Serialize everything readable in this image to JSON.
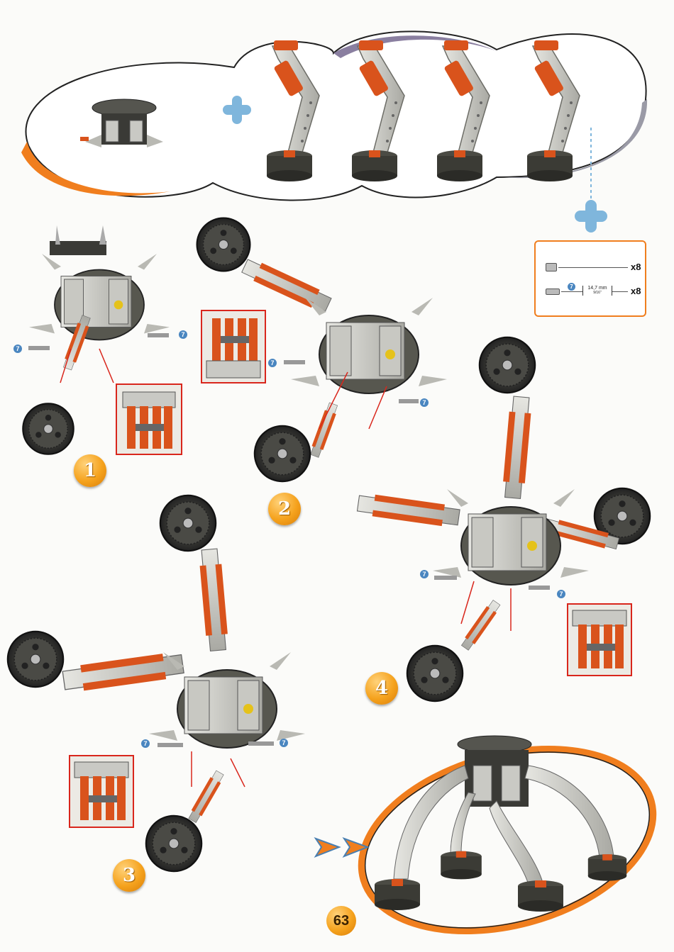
{
  "page_number": "63",
  "steps": [
    "1",
    "2",
    "3",
    "4"
  ],
  "parts_list": {
    "items": [
      {
        "icon": "nut-icon",
        "qty": "x8"
      },
      {
        "icon": "bolt-icon",
        "tool_number": "7",
        "length": "14,7 mm",
        "length_inch": "9/16\"",
        "qty": "x8"
      }
    ]
  },
  "callout_numbers": [
    "7",
    "7",
    "7",
    "7",
    "7",
    "7",
    "7",
    "7"
  ],
  "colors": {
    "accent_orange": "#f07e1e",
    "plus_blue": "#7fb6dc",
    "detail_red": "#d9261c",
    "metal": "#c9c9c4",
    "wheel": "#3a3a36"
  }
}
